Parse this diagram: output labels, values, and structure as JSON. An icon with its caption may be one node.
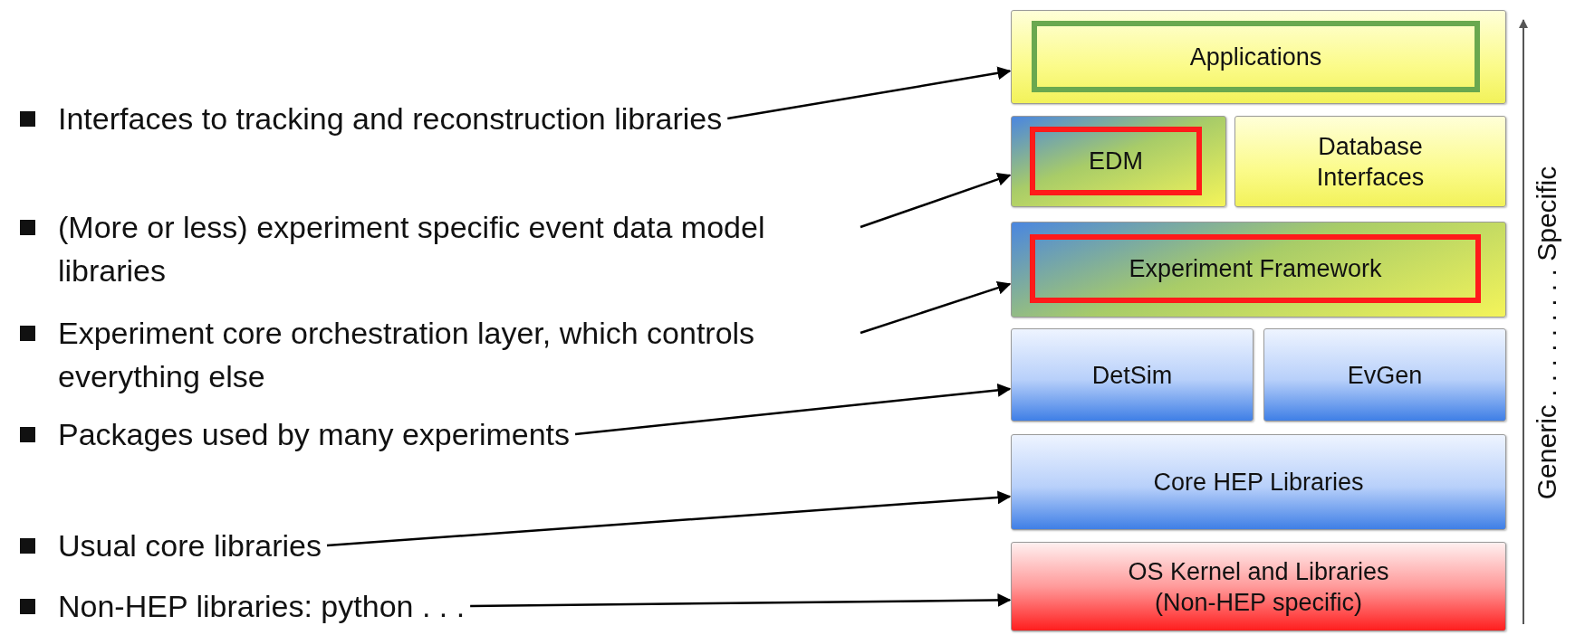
{
  "diagram": {
    "nodes": [
      {
        "text": [
          "Interfaces to tracking and reconstruction libraries"
        ]
      },
      {
        "text": [
          "(More or less) experiment specific event data model libraries"
        ]
      },
      {
        "text": [
          "Experiment core orchestration layer, which controls everything else"
        ]
      },
      {
        "text": [
          "Packages used by many experiments"
        ]
      },
      {
        "text": [
          "Usual core libraries"
        ]
      },
      {
        "text": [
          "Non-HEP libraries: python . . ."
        ]
      },
      {
        "text": [],
        "shape": "box"
      },
      {
        "text": [
          "Applications"
        ],
        "in": 6
      },
      {
        "text": [],
        "shape": "box"
      },
      {
        "text": [
          "EDM"
        ],
        "in": 8
      },
      {
        "text": [
          "Database Interfaces"
        ]
      },
      {
        "text": [],
        "shape": "box"
      },
      {
        "text": [
          "Experiment Framework"
        ],
        "in": 11
      },
      {
        "text": [
          "DetSim"
        ]
      },
      {
        "text": [
          "EvGen"
        ]
      },
      {
        "text": [
          "Core HEP Libraries"
        ]
      },
      {
        "text": [
          "OS Kernel and Libraries (Non-HEP specific)"
        ]
      }
    ],
    "edges": [
      {
        "from": 0,
        "to": 6,
        "arrow": "to"
      },
      {
        "from": 1,
        "to": 8,
        "arrow": "to"
      },
      {
        "from": 2,
        "to": 11,
        "arrow": "to"
      },
      {
        "from": 3,
        "to": 13,
        "arrow": "to"
      },
      {
        "from": 4,
        "to": 15,
        "arrow": "to"
      },
      {
        "from": 5,
        "to": 16,
        "arrow": "to"
      }
    ],
    "labels": [
      "Generic . . . . . . . . . Specific"
    ]
  }
}
